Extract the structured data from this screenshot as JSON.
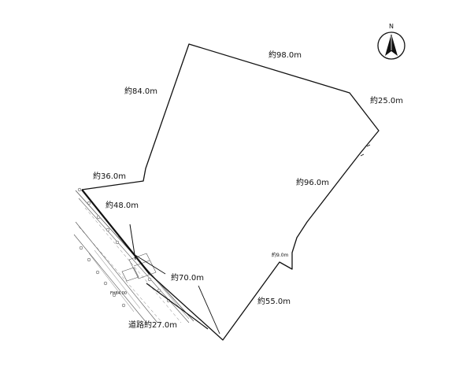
{
  "map": {
    "line_color": "#111111",
    "road_color": "#555555",
    "labels": {
      "north_top": "約98.0m",
      "north_east": "約25.0m",
      "north_west": "約84.0m",
      "west_upper": "約36.0m",
      "west_lower": "約48.0m",
      "east": "約96.0m",
      "east_notch": "約9.0m",
      "south_west": "約70.0m",
      "south": "約55.0m",
      "road": "道路約27.0m",
      "road_note": "FH84.00"
    },
    "compass": {
      "north_label": "N"
    }
  }
}
